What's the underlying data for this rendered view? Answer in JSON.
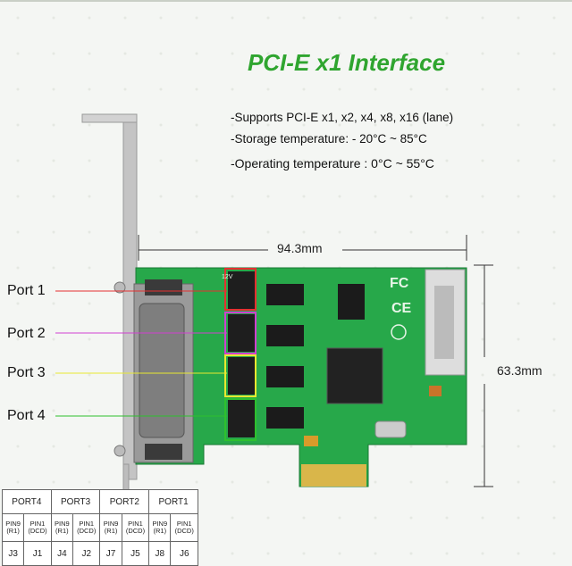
{
  "title": "PCI-E x1 Interface",
  "specs": [
    "-Supports PCI-E x1, x2, x4, x8, x16 (lane)",
    "-Storage temperature: - 20°C ~ 85°C",
    "-Operating temperature : 0°C ~ 55°C"
  ],
  "dimensions": {
    "width": "94.3mm",
    "height": "63.3mm"
  },
  "ports": [
    "Port 1",
    "Port 2",
    "Port 3",
    "Port 4"
  ],
  "port_colors": {
    "port1": "#e53030",
    "port2": "#d040d0",
    "port3": "#e8e830",
    "port4": "#2ec02e"
  },
  "board_labels": {
    "voltage": "12V"
  },
  "pin_table": {
    "headers": [
      "PORT4",
      "PORT3",
      "PORT2",
      "PORT1"
    ],
    "pins": [
      "PIN9\n(R1)",
      "PIN1\n(DCD)",
      "PIN9\n(R1)",
      "PIN1\n(DCD)",
      "PIN9\n(R1)",
      "PIN1\n(DCD)",
      "PIN9\n(R1)",
      "PIN1\n(DCD)"
    ],
    "jumpers": [
      "J3",
      "J1",
      "J4",
      "J2",
      "J7",
      "J5",
      "J8",
      "J6"
    ]
  },
  "colors": {
    "title": "#2fa52f",
    "pcb": "#27a84a",
    "bracket": "#c8c8c8"
  }
}
